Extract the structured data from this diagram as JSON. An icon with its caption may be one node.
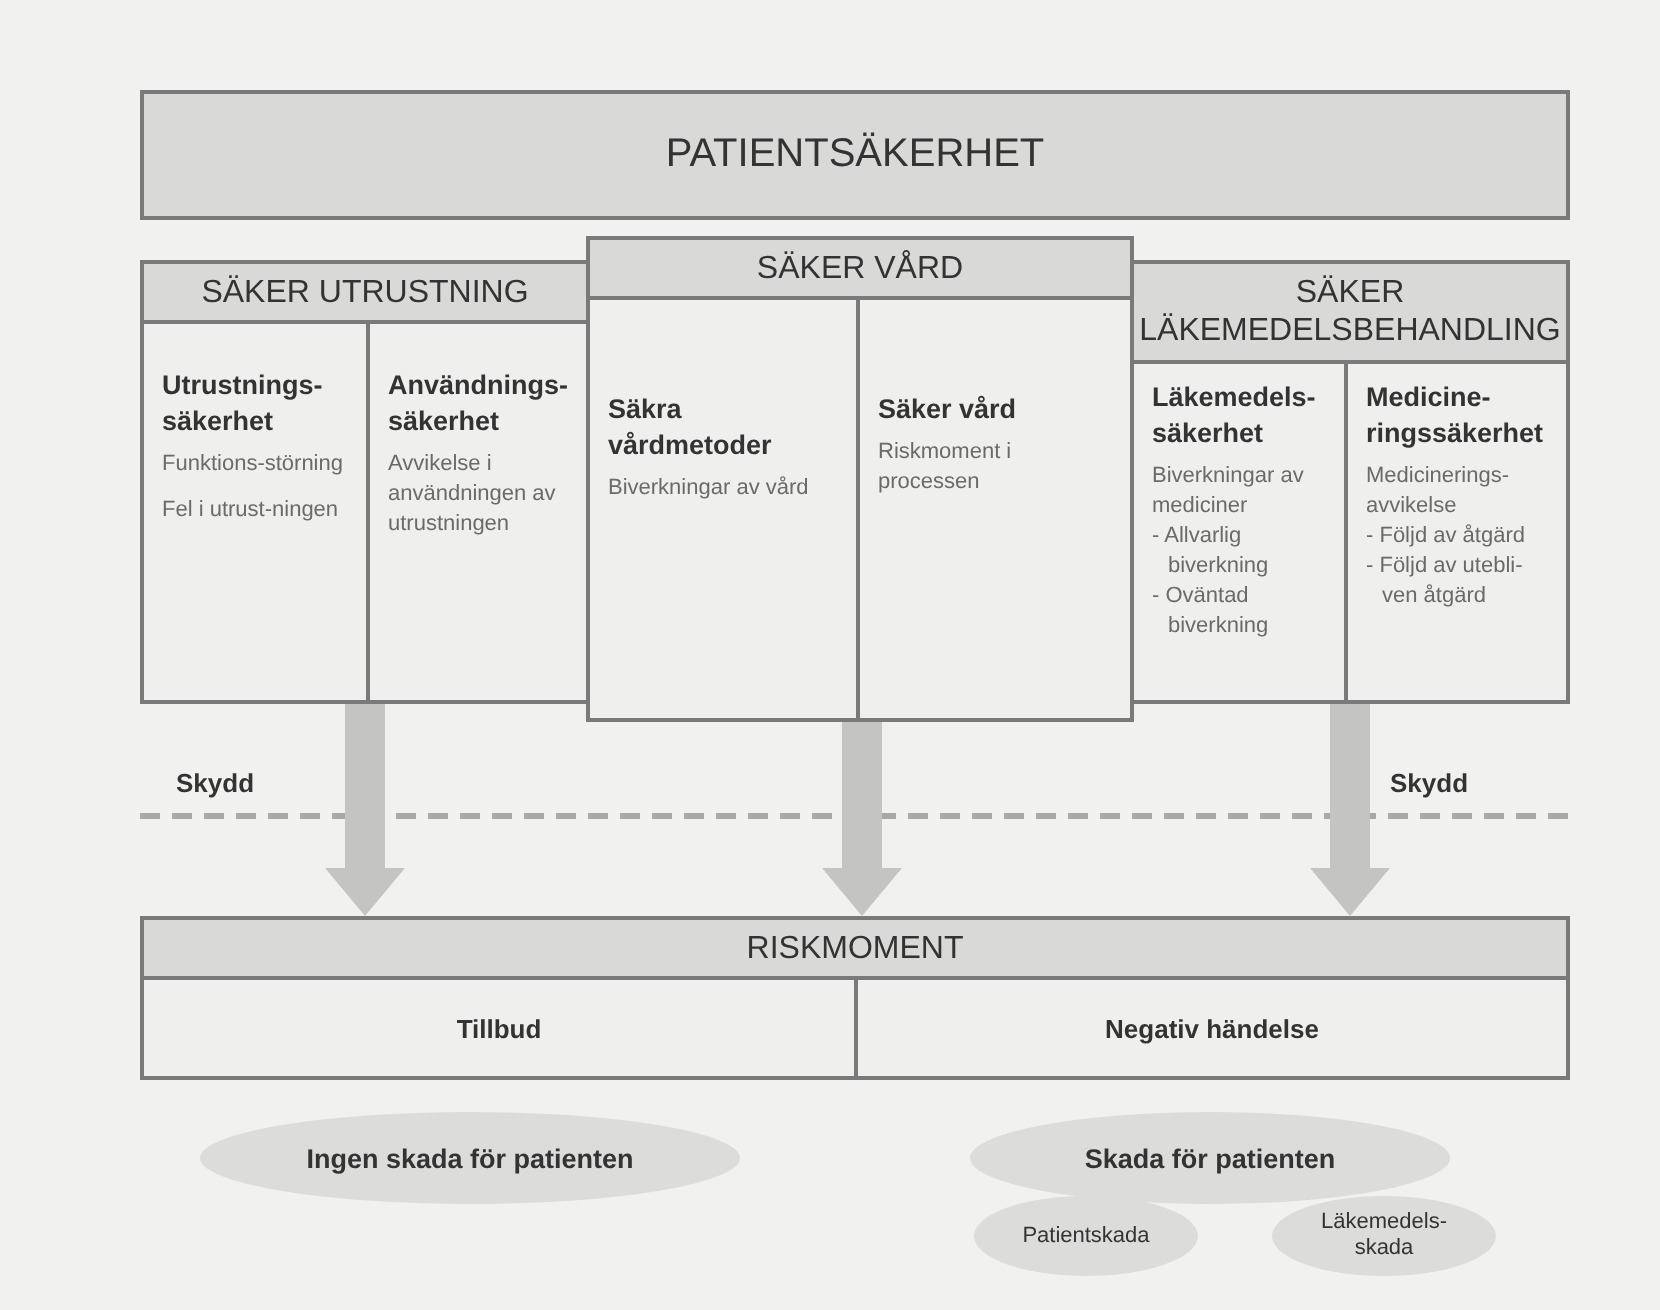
{
  "diagram": {
    "nodes": [
      {
        "text": [
          "PATIENTSÄKERHET"
        ]
      },
      {
        "text": [
          "SÄKER UTRUSTNING"
        ]
      },
      {
        "text": [
          "Utrustnings-säkerhet",
          "Funktions-störning",
          "Fel i utrust-ningen"
        ],
        "in": 1
      },
      {
        "text": [
          "Användnings-säkerhet",
          "Avvikelse i användningen av utrustningen"
        ],
        "in": 1
      },
      {
        "text": [
          "SÄKER VÅRD"
        ]
      },
      {
        "text": [
          "Säkra vårdmetoder",
          "Biverkningar av vård"
        ],
        "in": 4
      },
      {
        "text": [
          "Säker vård",
          "Riskmoment i processen"
        ],
        "in": 4
      },
      {
        "text": [
          "SÄKER LÄKEMEDELSBEHANDLING"
        ]
      },
      {
        "text": [
          "Läkemedels-säkerhet",
          "Biverkningar av mediciner",
          "- Allvarlig biverkning",
          "- Oväntad biverkning"
        ],
        "in": 7
      },
      {
        "text": [
          "Medicine-ringssäkerhet",
          "Medicinerings-avvikelse",
          "- Följd av åtgärd",
          "- Följd av utebli-ven åtgärd"
        ],
        "in": 7
      },
      {
        "text": [
          "RISKMOMENT"
        ]
      },
      {
        "text": [
          "Tillbud"
        ],
        "in": 10
      },
      {
        "text": [
          "Negativ händelse"
        ],
        "in": 10
      },
      {
        "text": [
          "Ingen skada för patienten"
        ]
      },
      {
        "text": [
          "Skada för patienten"
        ]
      },
      {
        "text": [
          "Patientskada"
        ]
      },
      {
        "text": [
          "Läkemedels-skada"
        ]
      }
    ],
    "edges": [
      {
        "from": 1,
        "to": 10,
        "arrow": "to"
      },
      {
        "from": 4,
        "to": 10,
        "arrow": "to"
      },
      {
        "from": 7,
        "to": 10,
        "arrow": "to"
      }
    ],
    "labels": [
      "Skydd",
      "Skydd"
    ]
  }
}
